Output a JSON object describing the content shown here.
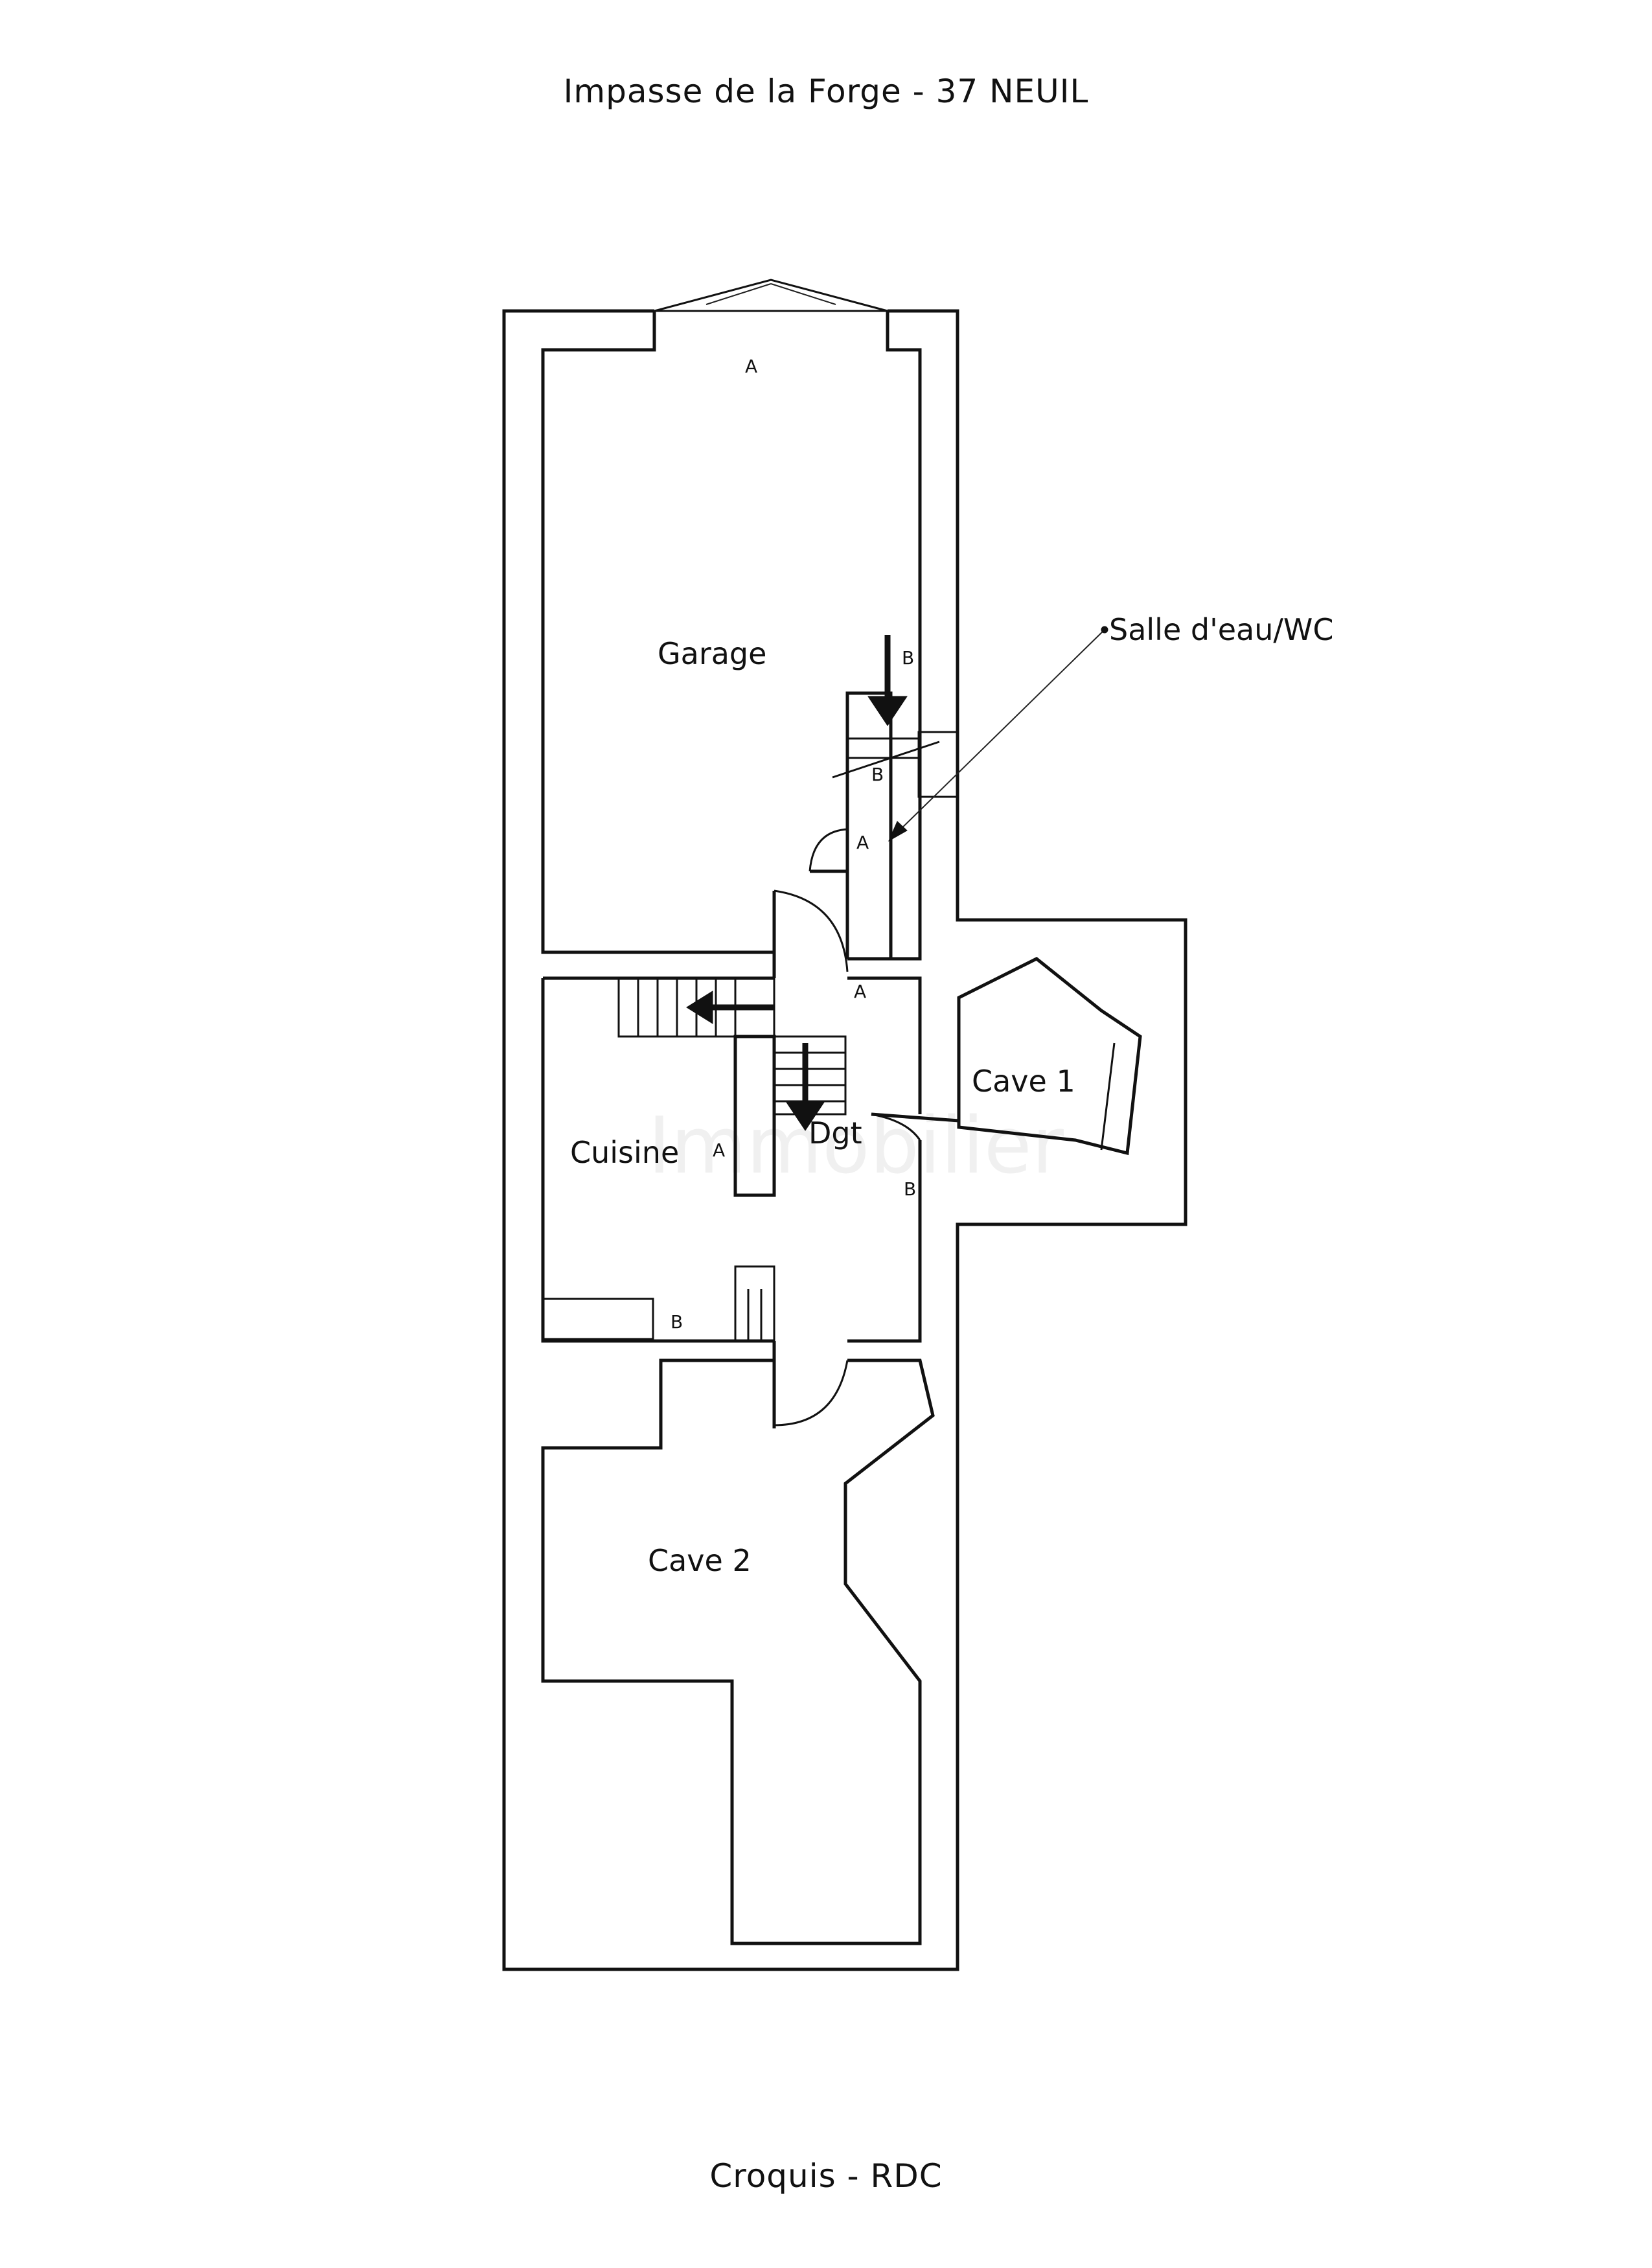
{
  "title": "Impasse de la Forge - 37 NEUIL",
  "footer": "Croquis - RDC",
  "rooms": {
    "garage": "Garage",
    "cuisine": "Cuisine",
    "cave1": "Cave 1",
    "cave2": "Cave 2",
    "dgt": "Dgt",
    "salle_eau": "Salle d'eau/WC"
  },
  "markers": {
    "a": "A",
    "b": "B"
  },
  "watermark": "Immobilier"
}
